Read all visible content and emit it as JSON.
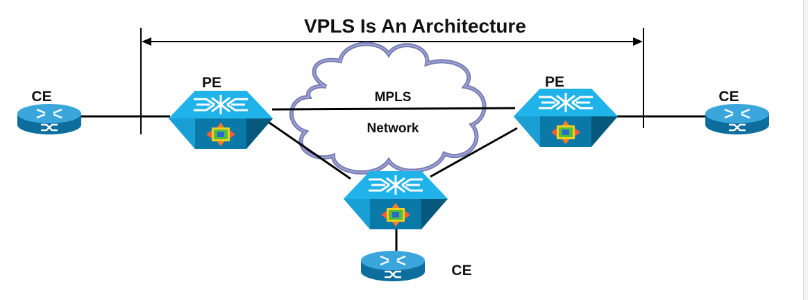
{
  "diagram": {
    "title": "VPLS Is An Architecture",
    "cloud": {
      "line1": "MPLS",
      "line2": "Network"
    },
    "devices": {
      "pe_left": "PE",
      "pe_right": "PE",
      "ce_left": "CE",
      "ce_right": "CE",
      "ce_bottom": "CE"
    },
    "colors": {
      "switch_top": "#1fb3ea",
      "switch_front": "#0a79a8",
      "switch_side": "#06597d",
      "router_top": "#3aa6dc",
      "router_side": "#0d6e9e",
      "cloud_outline": "#6a6fa8",
      "line": "#000000"
    }
  }
}
